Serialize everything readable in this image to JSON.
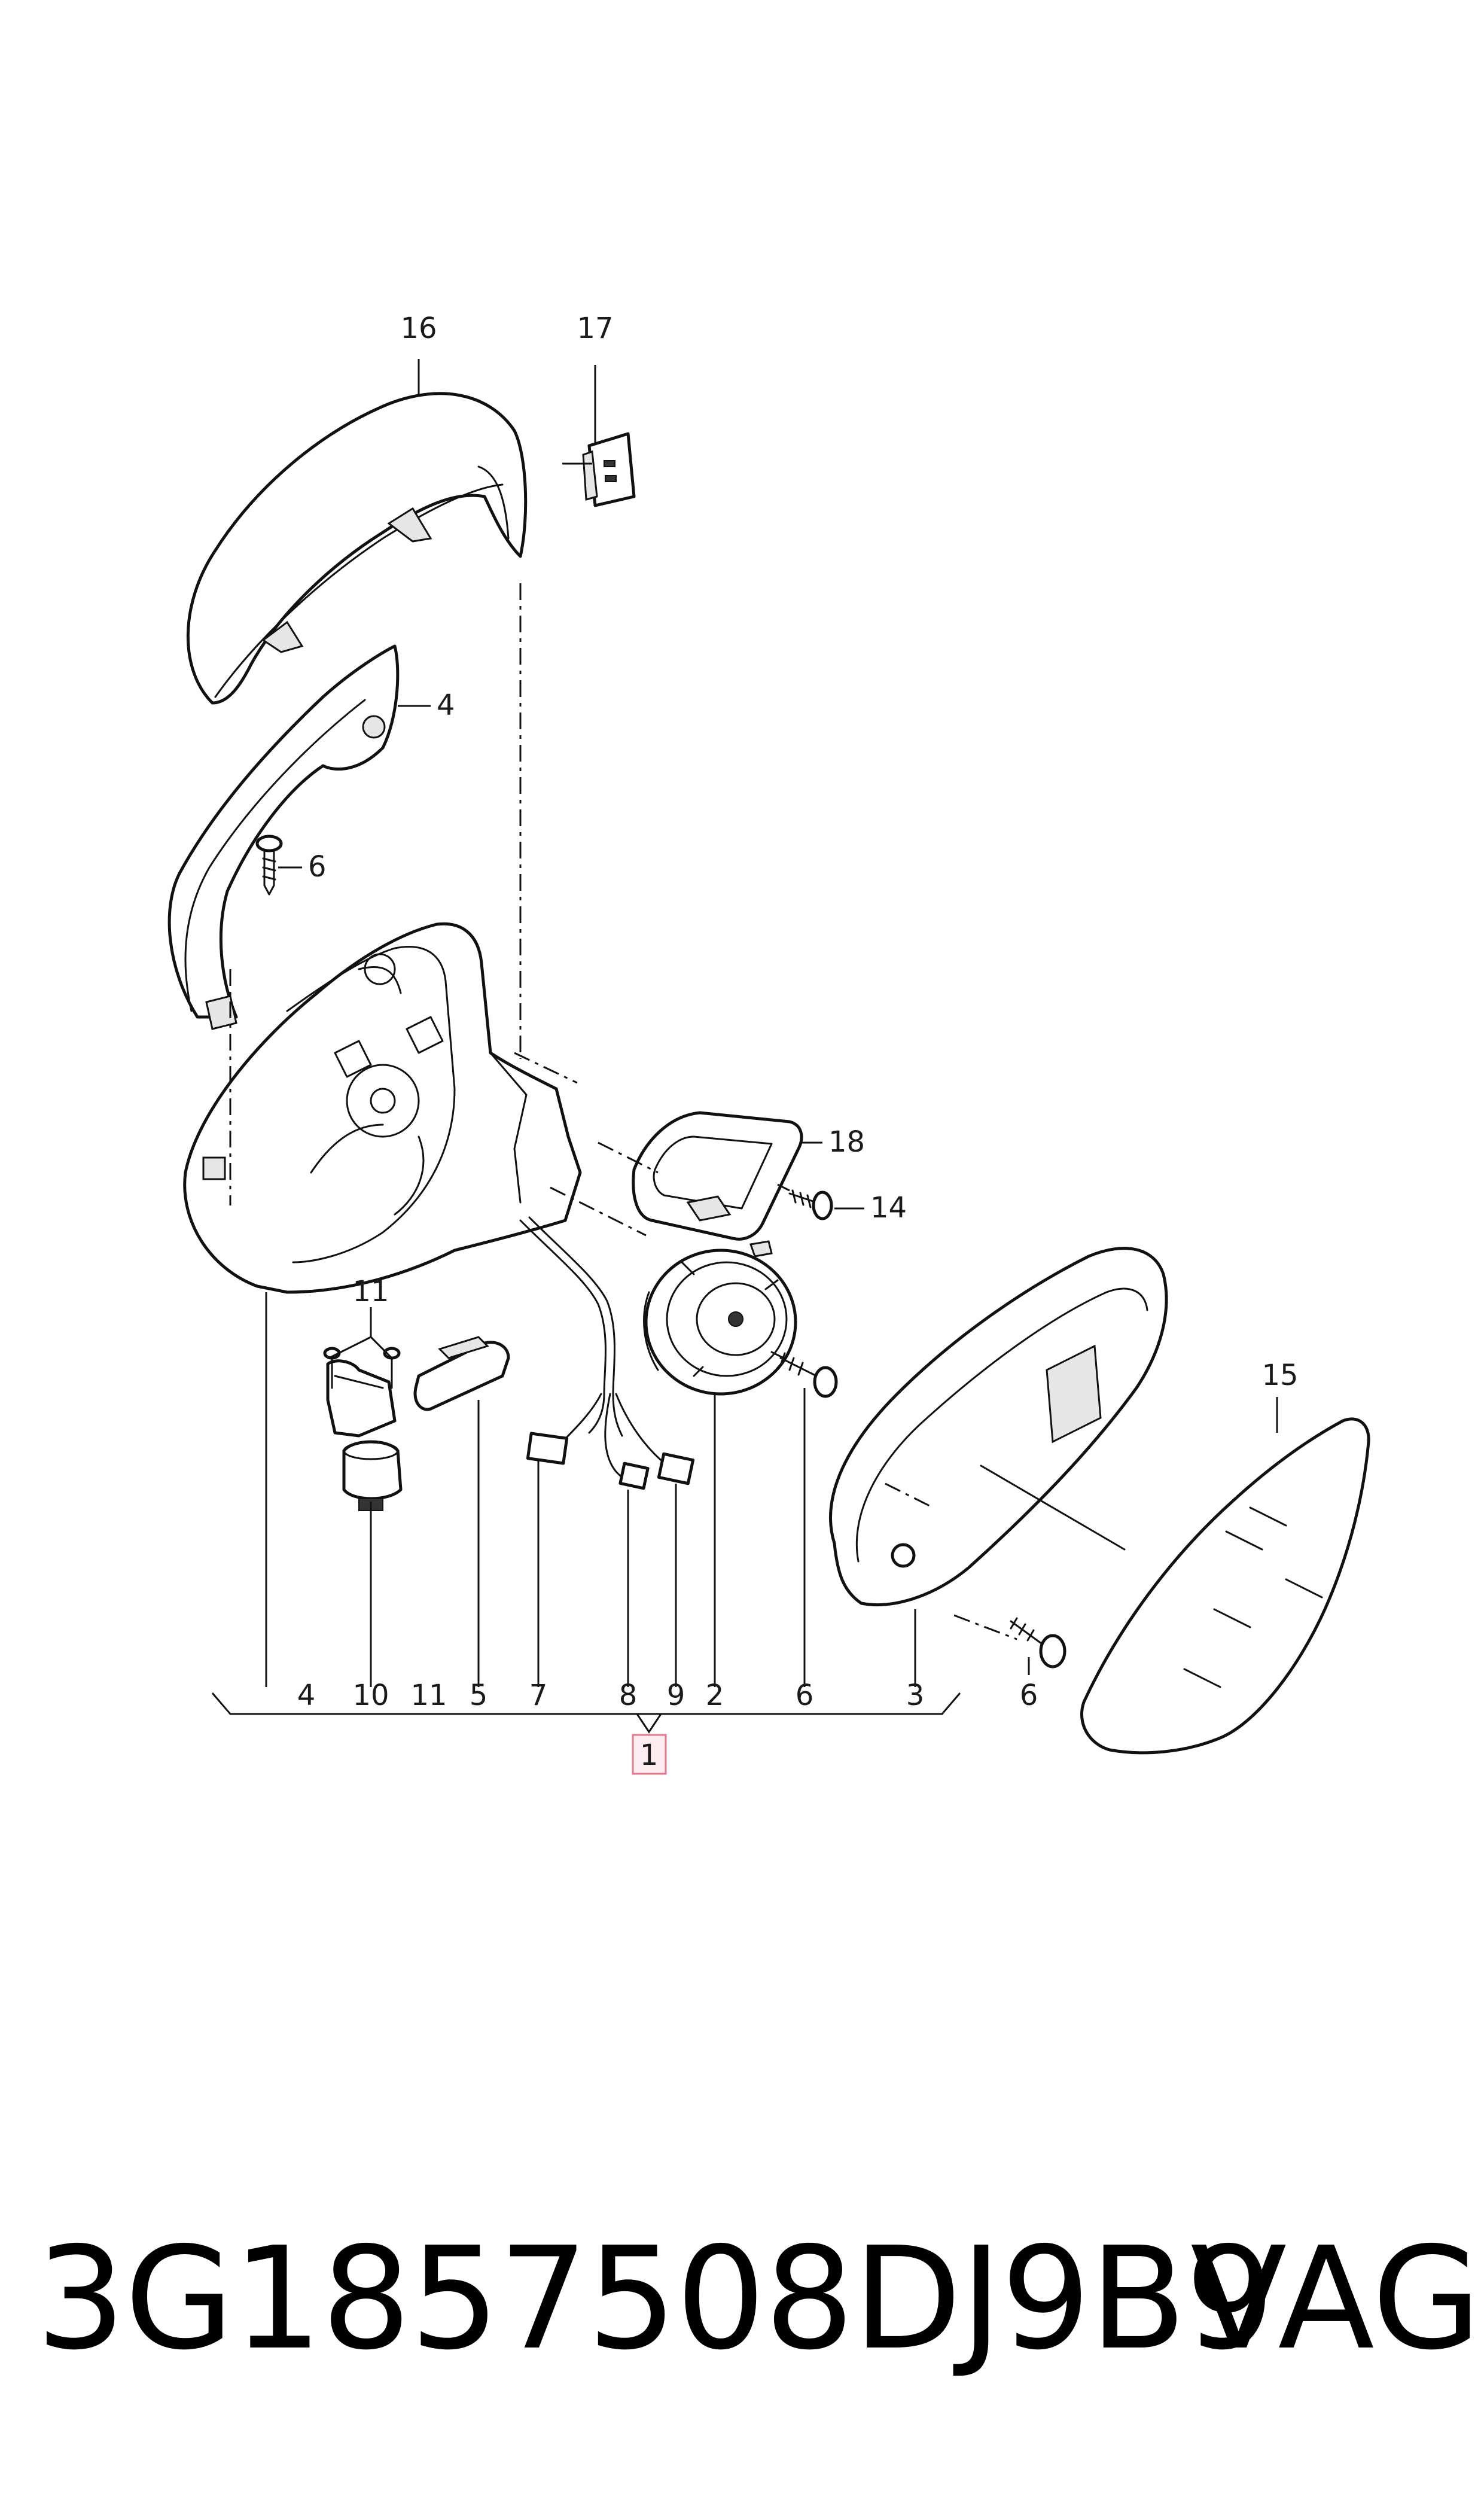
{
  "diagram": {
    "callouts": {
      "c16": "16",
      "c17": "17",
      "c4": "4",
      "c6a": "6",
      "c18": "18",
      "c14": "14",
      "c11": "11",
      "c15": "15"
    },
    "bottom_row": [
      "4",
      "10",
      "11",
      "5",
      "7",
      "8",
      "9",
      "2",
      "6",
      "3"
    ],
    "side_label_6": "6",
    "assembly_label": "1"
  },
  "footer": {
    "part_number": "3G1857508DJ9B9",
    "brand": "VAG"
  }
}
